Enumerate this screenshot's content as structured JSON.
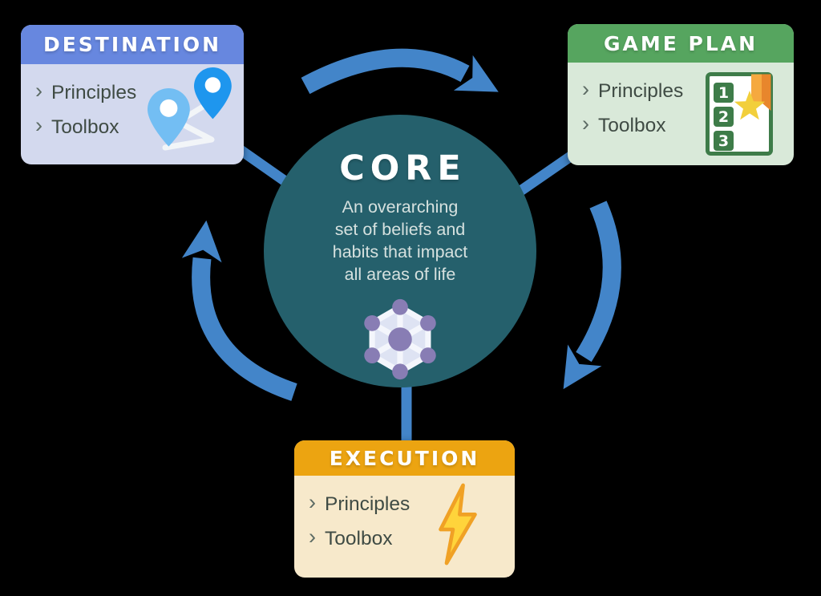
{
  "ui": {
    "bullet": "›"
  },
  "colors": {
    "background": "#000000",
    "arrow": "#4385C9",
    "core_circle": "#25606C",
    "core_title_text": "#FFFFFF",
    "core_description_text": "#D6E1DF",
    "list_text": "#3F4B44",
    "bullet": "#5C6B64",
    "destination_header": "#6787DF",
    "destination_body": "#D3D9EE",
    "game_plan_header": "#56A55F",
    "game_plan_body": "#D9E9D9",
    "execution_header": "#ECA411",
    "execution_body": "#F7E9CB"
  },
  "core": {
    "title": "CORE",
    "description_lines": [
      "An overarching",
      "set of beliefs and",
      "habits that impact",
      "all areas of life"
    ],
    "icon": "network-hexagon-icon"
  },
  "cards": [
    {
      "id": "destination",
      "title": "DESTINATION",
      "items": [
        "Principles",
        "Toolbox"
      ],
      "icon": "map-route-pins-icon"
    },
    {
      "id": "game-plan",
      "title": "GAME PLAN",
      "items": [
        "Principles",
        "Toolbox"
      ],
      "icon": "ranked-list-award-icon"
    },
    {
      "id": "execution",
      "title": "EXECUTION",
      "items": [
        "Principles",
        "Toolbox"
      ],
      "icon": "lightning-bolt-icon"
    }
  ],
  "arrows": {
    "direction": "clockwise",
    "count": 3
  }
}
